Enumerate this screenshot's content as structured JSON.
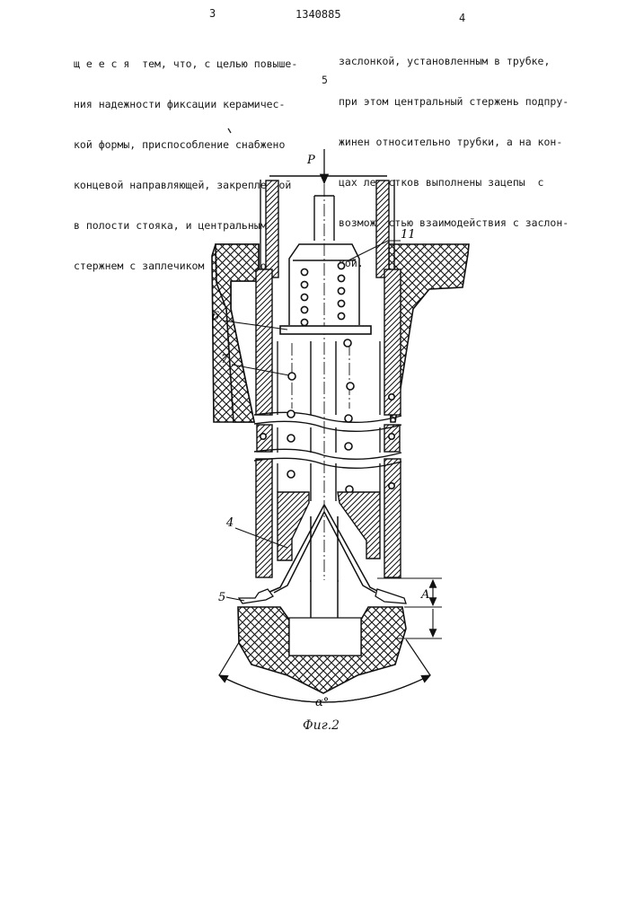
{
  "header": {
    "left_page_num": "3",
    "patent_number": "1340885",
    "right_page_num": "4"
  },
  "left_column": {
    "lines": [
      "щ е е с я  тем, что, с целью повыше-",
      "ния надежности фиксации керамичес-",
      "кой формы, приспособление снабжено",
      "концевой направляющей, закрепленной",
      "в полости стояка, и центральным",
      "стержнем с заплечиком и торцовой"
    ]
  },
  "margin_line_number": "5",
  "right_column": {
    "lines": [
      "заслонкой, установленным в трубке,",
      "при этом центральный стержень подпру-",
      "жинен относительно трубки, а на кон-",
      "цах лепестков выполнены зацепы  с",
      "возможностью взаимодействия с заслон-",
      "кой."
    ]
  },
  "figure": {
    "labels": {
      "force": "P",
      "part_11": "11",
      "part_6": "6",
      "part_7": "7",
      "part_4": "4",
      "part_5": "5",
      "dim_a": "A",
      "angle": "α°"
    },
    "caption": "Фиг.2"
  }
}
